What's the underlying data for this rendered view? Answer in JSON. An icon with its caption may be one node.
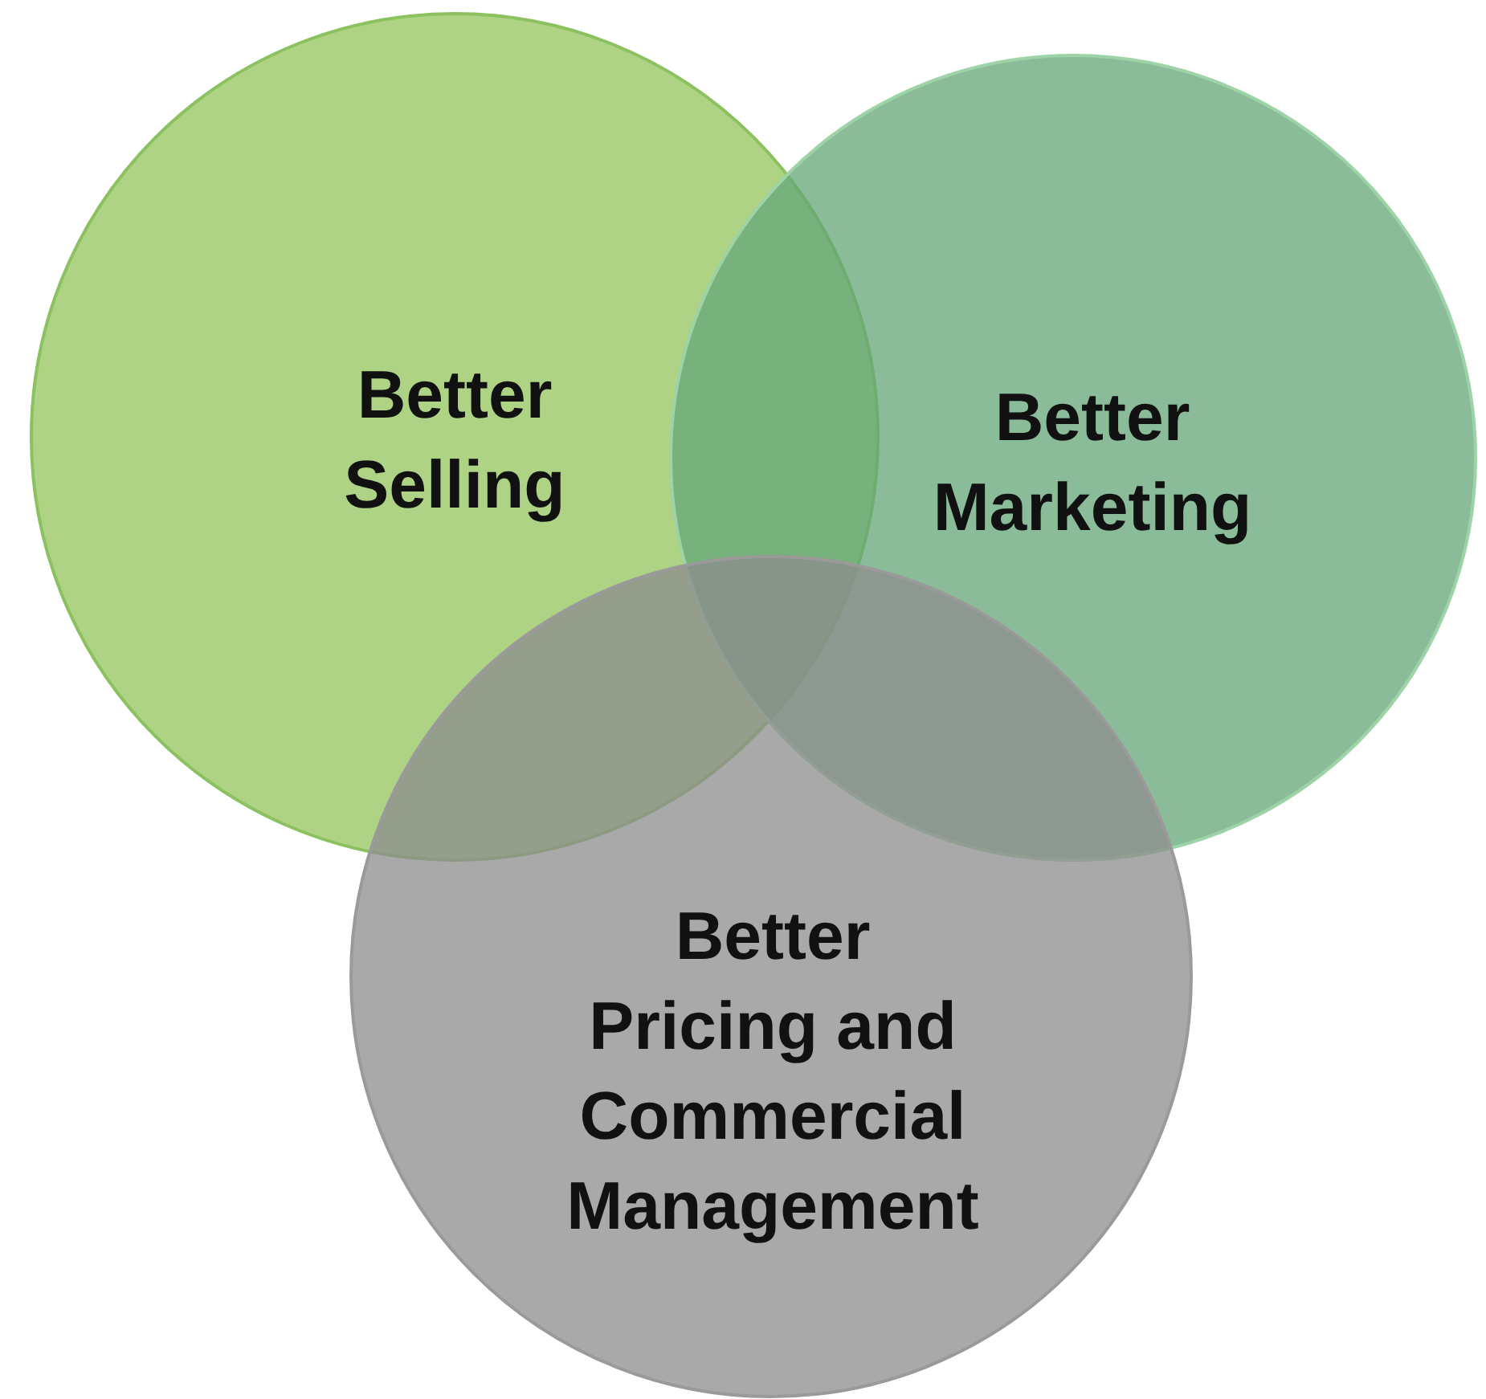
{
  "diagram": {
    "nodes": [
      {
        "text": [
          "Better Selling"
        ]
      },
      {
        "text": [
          "Better Marketing"
        ]
      },
      {
        "text": [
          "Better Pricing and Commercial Management"
        ]
      }
    ]
  }
}
